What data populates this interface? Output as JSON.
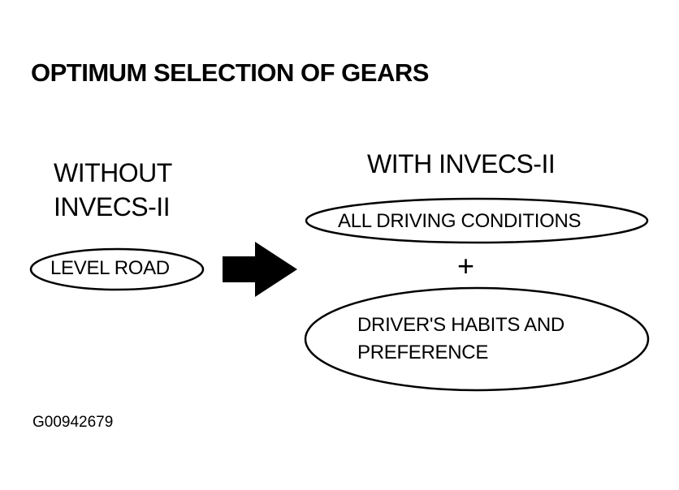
{
  "title": "OPTIMUM SELECTION OF GEARS",
  "left": {
    "heading_line1": "WITHOUT",
    "heading_line2": "INVECS-II",
    "oval_label": "LEVEL ROAD"
  },
  "right": {
    "heading": "WITH INVECS-II",
    "oval_top_label": "ALL DRIVING CONDITIONS",
    "plus": "+",
    "oval_bottom_line1": "DRIVER'S HABITS AND",
    "oval_bottom_line2": "PREFERENCE"
  },
  "figure_id": "G00942679",
  "colors": {
    "ink": "#000000",
    "background": "#ffffff"
  },
  "icons": {
    "arrow": "right-arrow-icon"
  }
}
